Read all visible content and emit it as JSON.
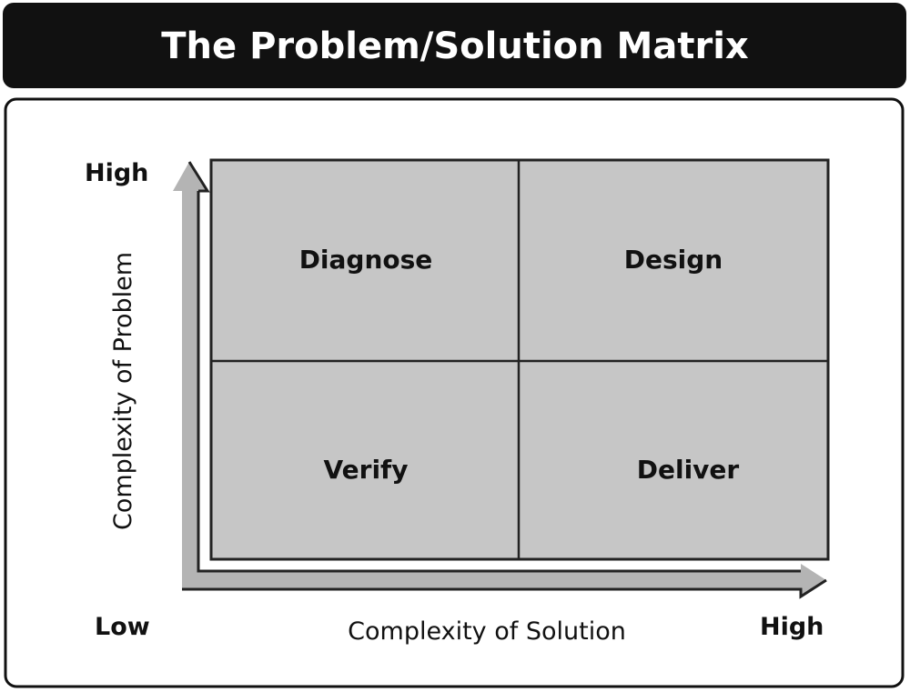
{
  "title": "The Problem/Solution Matrix",
  "y_axis": {
    "label": "Complexity of Problem",
    "high": "High"
  },
  "x_axis": {
    "label": "Complexity of Solution",
    "low": "Low",
    "high": "High"
  },
  "quadrants": {
    "top_left": "Diagnose",
    "top_right": "Design",
    "bottom_left": "Verify",
    "bottom_right": "Deliver"
  },
  "colors": {
    "title_bg": "#111111",
    "cell_fill": "#c6c6c6",
    "arrow_fill": "#b4b4b4"
  }
}
